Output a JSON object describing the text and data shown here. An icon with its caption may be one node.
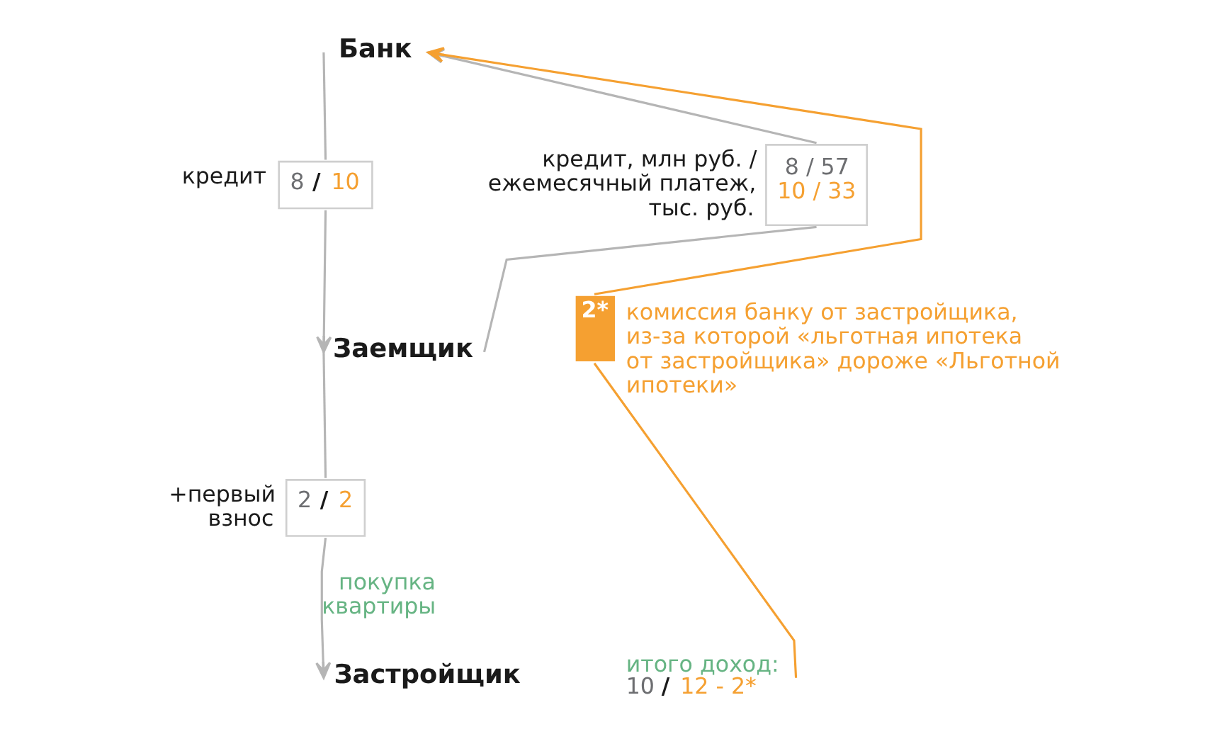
{
  "diagram": {
    "nodes": [
      {
        "text": [
          "Банк"
        ]
      },
      {
        "text": [
          "8 / 10"
        ],
        "beside": [
          "кредит"
        ]
      },
      {
        "text": [
          "8 / 57",
          "10 / 33"
        ],
        "beside": [
          "кредит, млн руб. / ежемесячный платеж, тыс. руб."
        ]
      },
      {
        "text": [
          "2*"
        ],
        "beside": [
          "комиссия банку от застройщика, из-за которой «льготная ипотека от застройщика» дороже «Льготной ипотеки»"
        ]
      },
      {
        "text": [
          "Заемщик"
        ]
      },
      {
        "text": [
          "2 / 2"
        ],
        "beside": [
          "+первый взнос"
        ]
      },
      {
        "text": [
          "итого доход:",
          "10 / 12 - 2*"
        ]
      },
      {
        "text": [
          "Застройщик"
        ]
      }
    ],
    "edges": [
      {
        "from": 0,
        "to": 1,
        "arrow": "none"
      },
      {
        "from": 1,
        "to": 4,
        "arrow": "to"
      },
      {
        "from": 4,
        "to": 2,
        "arrow": "none"
      },
      {
        "from": 2,
        "to": 0,
        "arrow": "to"
      },
      {
        "from": 4,
        "to": 5,
        "arrow": "none"
      },
      {
        "from": 5,
        "to": 7,
        "arrow": "to",
        "label": "покупка квартиры"
      },
      {
        "from": 6,
        "to": 3,
        "arrow": "none",
        "color": "#f5a031"
      },
      {
        "from": 3,
        "to": 0,
        "arrow": "to",
        "color": "#f5a031"
      }
    ]
  }
}
